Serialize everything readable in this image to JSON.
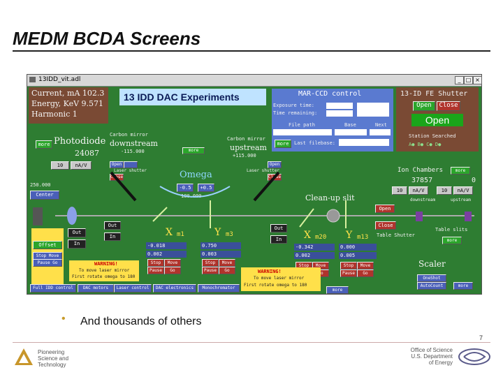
{
  "slide": {
    "title": "MEDM BCDA Screens",
    "bullet": "And thousands of others",
    "page_number": "7",
    "footer_left": [
      "Pioneering",
      "Science and",
      "Technology"
    ],
    "footer_right": [
      "Office of Science",
      "U.S. Department",
      "of Energy"
    ]
  },
  "window": {
    "title": "13IDD_vit.adl",
    "info": {
      "current": "Current, mA  102.3",
      "energy": "Energy, KeV 9.571",
      "harmonic": "Harmonic    1"
    },
    "header": "13 IDD DAC Experiments",
    "marccd": {
      "title": "MAR-CCD control",
      "exposure": "Exposure time:",
      "remaining": "Time remaining:",
      "filepath": "File path",
      "base": "Base",
      "next": "Next",
      "more": "more",
      "last_filebase": "Last filebase:"
    },
    "shutter": {
      "title": "13-ID FE Shutter",
      "open_btn": "Open",
      "close_btn": "Close",
      "state": "Open",
      "searched": "Station Searched",
      "stations": "A●  B●  C●  D●"
    },
    "photodiode": {
      "more": "more",
      "label": "Photodiode",
      "value": "24087",
      "range": "10",
      "unit": "nA/V",
      "preset": "250.000",
      "center": "Center"
    },
    "carbon_down": {
      "title": "Carbon mirror",
      "label": "downstream",
      "value": "-115.000",
      "open": "Open",
      "close": "Close",
      "laser": "Laser shutter"
    },
    "carbon_up": {
      "title": "Carbon mirror",
      "label": "upstream",
      "value": "+115.000",
      "open": "Open",
      "close": "Close",
      "laser": "Laser shutter",
      "more": "more"
    },
    "omega": {
      "more": "more",
      "label": "Omega",
      "minus": "-0.5",
      "plus": "+0.5",
      "value": "180.000"
    },
    "ion": {
      "title": "Ion Chambers",
      "more": "more",
      "value": "37857",
      "value2": "0",
      "range": "10",
      "unit": "nA/V",
      "range2": "10",
      "unit2": "nA/V",
      "downstream": "downstream",
      "upstream": "upstream"
    },
    "cleanup": {
      "label": "Clean-up slit",
      "open": "Open",
      "close": "Close",
      "table_shutter": "Table Shutter",
      "table_slits": "Table slits",
      "more": "more"
    },
    "left_stage": {
      "out": "Out",
      "in": "In",
      "offset": "Offset",
      "stop_move": "Stop Move",
      "pause_go": "Pause Go"
    },
    "mid_stage": {
      "out": "Out",
      "in": "In"
    },
    "motors": [
      {
        "axis": "X",
        "name": "m1",
        "value": "-0.018",
        "step": "0.002"
      },
      {
        "axis": "Y",
        "name": "m3",
        "value": "0.750",
        "step": "0.003"
      },
      {
        "axis": "X",
        "name": "m20",
        "value": "-0.342",
        "step": "0.002"
      },
      {
        "axis": "Y",
        "name": "m13",
        "value": "0.000",
        "step": "0.005"
      }
    ],
    "buttons": {
      "stop": "Stop",
      "move": "Move",
      "pause": "Pause",
      "go": "Go"
    },
    "warning": {
      "title": "WARNING!",
      "line1": "To move laser mirror",
      "line2": "First rotate omega to 180"
    },
    "scaler": {
      "label": "Scaler",
      "oneshot": "OneShot",
      "autocount": "AutoCount",
      "more": "more"
    },
    "bottom_tabs": [
      "Full IDD control",
      "DAC motors",
      "Laser control",
      "DAC electronics",
      "Monochromator"
    ]
  }
}
